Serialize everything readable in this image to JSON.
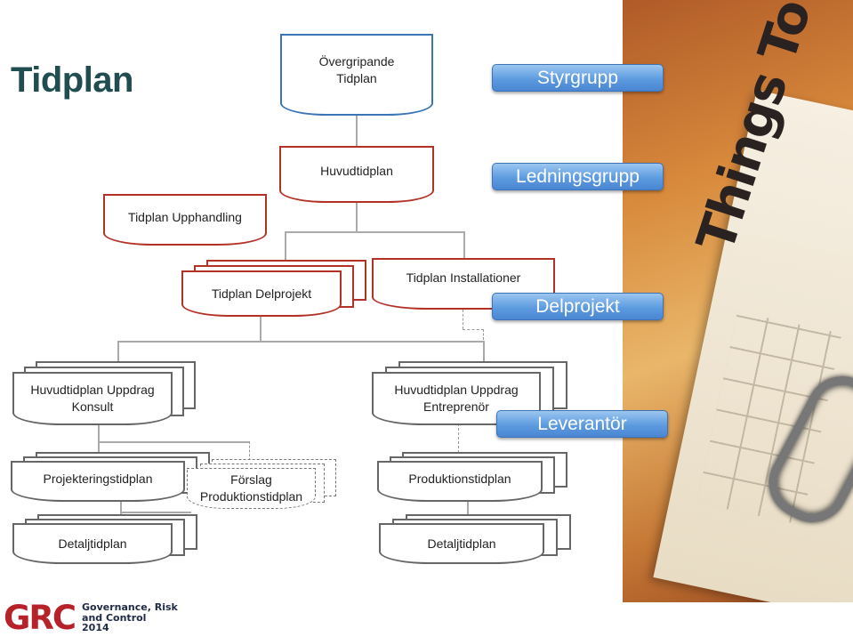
{
  "title": "Tidplan",
  "boxes": {
    "overgripande": "Övergripande Tidplan",
    "huvudtidplan": "Huvudtidplan",
    "upphandling": "Tidplan Upphandling",
    "delprojekt": "Tidplan Delprojekt",
    "installationer": "Tidplan Installationer",
    "konsult": "Huvudtidplan Uppdrag Konsult",
    "entreprenor": "Huvudtidplan Uppdrag Entreprenör",
    "projektering": "Projekteringstidplan",
    "forslag": "Förslag Produktionstidplan",
    "produktion": "Produktionstidplan",
    "detalj_left": "Detaljtidplan",
    "detalj_right": "Detaljtidplan"
  },
  "labels": {
    "styrgrupp": "Styrgrupp",
    "ledningsgrupp": "Ledningsgrupp",
    "delprojekt": "Delprojekt",
    "leverantor": "Leverantör"
  },
  "photo": {
    "text": "Things To Do"
  },
  "logo": {
    "mark": "GRC",
    "line1": "Governance, Risk",
    "line2": "and Control",
    "line3": "2014"
  },
  "colors": {
    "title": "#1f4d50",
    "red_border": "#b33228",
    "blue_label": "#5d9be0",
    "logo_red": "#b7222a"
  }
}
